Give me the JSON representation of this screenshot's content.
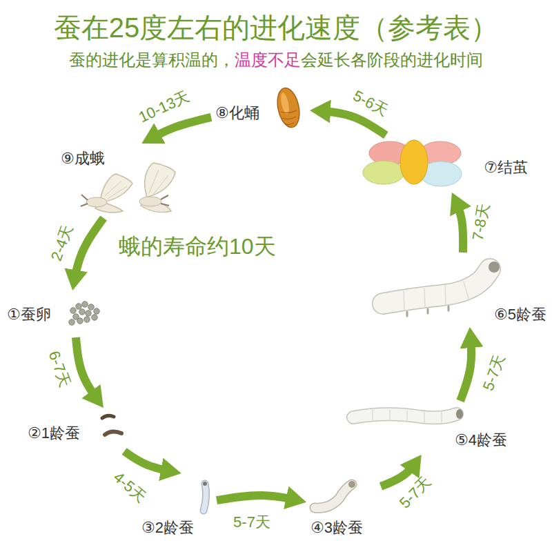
{
  "diagram": {
    "title": "蚕在25度左右的进化速度（参考表）",
    "nodes": [
      {
        "text": [
          "①蚕卵"
        ]
      },
      {
        "text": [
          "②1龄蚕"
        ]
      },
      {
        "text": [
          "③2龄蚕"
        ]
      },
      {
        "text": [
          "④3龄蚕"
        ]
      },
      {
        "text": [
          "⑤4龄蚕"
        ]
      },
      {
        "text": [
          "⑥5龄蚕"
        ]
      },
      {
        "text": [
          "⑦结茧"
        ]
      },
      {
        "text": [
          "⑧化蛹"
        ]
      },
      {
        "text": [
          "⑨成蛾"
        ]
      }
    ],
    "edges": [
      {
        "from": 8,
        "to": 0,
        "label": "2-4天",
        "arrow": "to"
      },
      {
        "from": 0,
        "to": 1,
        "label": "6-7天",
        "arrow": "to"
      },
      {
        "from": 1,
        "to": 2,
        "label": "4-5天",
        "arrow": "to"
      },
      {
        "from": 2,
        "to": 3,
        "label": "5-7天",
        "arrow": "to"
      },
      {
        "from": 3,
        "to": 4,
        "label": "5-7天",
        "arrow": "to"
      },
      {
        "from": 4,
        "to": 5,
        "label": "5-7天",
        "arrow": "to"
      },
      {
        "from": 5,
        "to": 6,
        "label": "7-8天",
        "arrow": "to"
      },
      {
        "from": 6,
        "to": 7,
        "label": "5-6天",
        "arrow": "to"
      },
      {
        "from": 7,
        "to": 8,
        "label": "10-13天",
        "arrow": "to"
      }
    ],
    "labels": [
      "蚕的进化是算积温的，",
      "温度不足",
      "会延长各阶段的进化时间",
      "蛾的寿命约10天"
    ]
  }
}
